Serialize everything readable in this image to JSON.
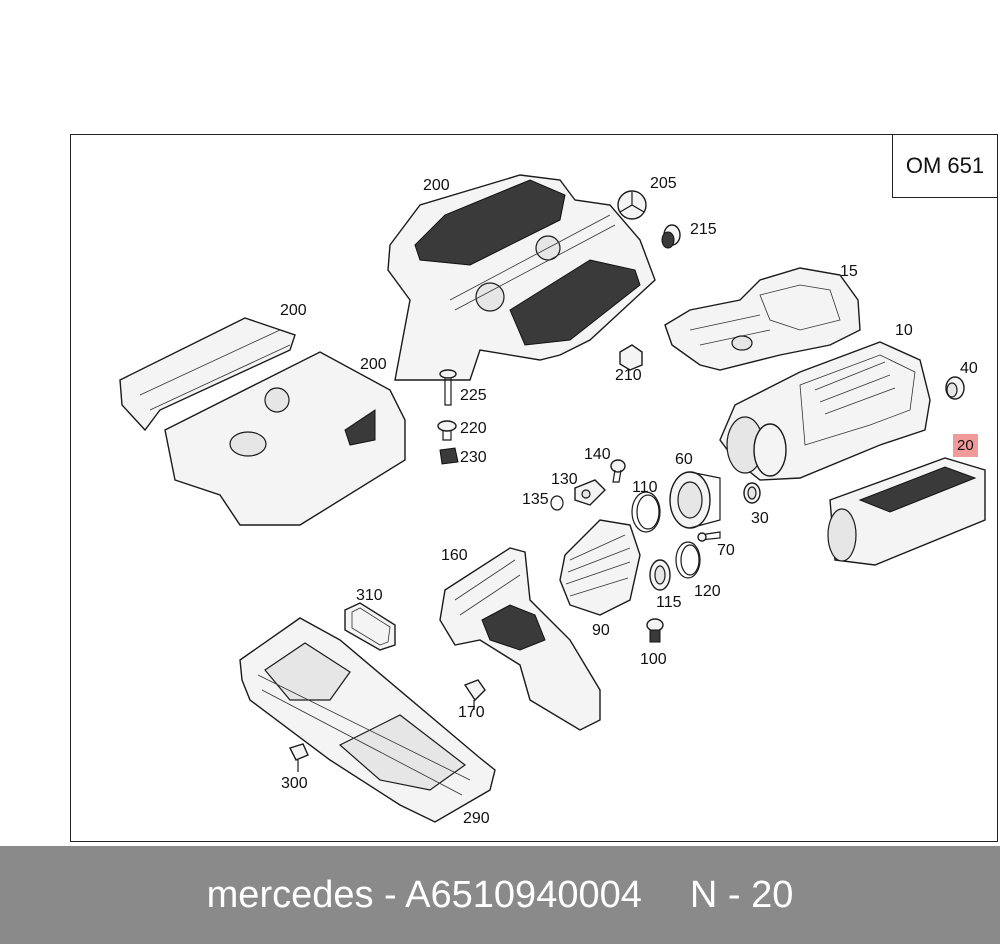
{
  "diagram": {
    "engine_code": "OM 651",
    "labels": [
      {
        "id": "200a",
        "text": "200"
      },
      {
        "id": "205",
        "text": "205"
      },
      {
        "id": "215",
        "text": "215"
      },
      {
        "id": "15",
        "text": "15"
      },
      {
        "id": "200b",
        "text": "200"
      },
      {
        "id": "200c",
        "text": "200"
      },
      {
        "id": "10",
        "text": "10"
      },
      {
        "id": "40",
        "text": "40"
      },
      {
        "id": "210",
        "text": "210"
      },
      {
        "id": "225",
        "text": "225"
      },
      {
        "id": "220",
        "text": "220"
      },
      {
        "id": "230",
        "text": "230"
      },
      {
        "id": "20",
        "text": "20"
      },
      {
        "id": "140",
        "text": "140"
      },
      {
        "id": "60",
        "text": "60"
      },
      {
        "id": "130",
        "text": "130"
      },
      {
        "id": "110",
        "text": "110"
      },
      {
        "id": "135",
        "text": "135"
      },
      {
        "id": "30",
        "text": "30"
      },
      {
        "id": "70",
        "text": "70"
      },
      {
        "id": "160",
        "text": "160"
      },
      {
        "id": "120",
        "text": "120"
      },
      {
        "id": "115",
        "text": "115"
      },
      {
        "id": "310",
        "text": "310"
      },
      {
        "id": "90",
        "text": "90"
      },
      {
        "id": "100",
        "text": "100"
      },
      {
        "id": "170",
        "text": "170"
      },
      {
        "id": "300",
        "text": "300"
      },
      {
        "id": "290",
        "text": "290"
      }
    ]
  },
  "footer": {
    "brand_part": "mercedes - A6510940004",
    "item_ref": "N - 20"
  }
}
